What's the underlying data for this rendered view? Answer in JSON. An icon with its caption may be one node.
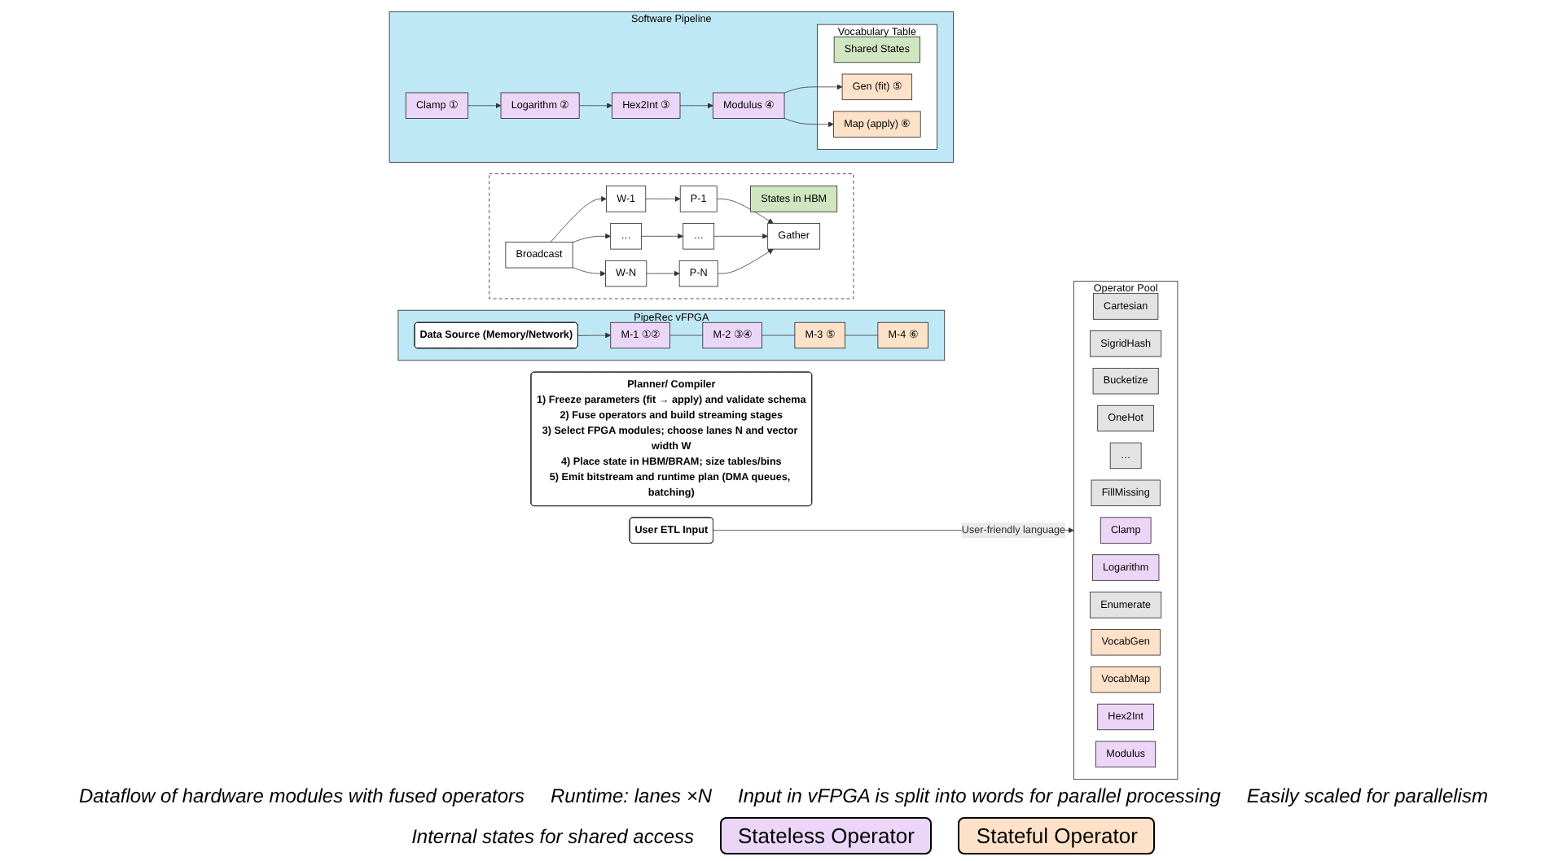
{
  "diagram": {
    "nodes": [
      {
        "text": [
          "User ETL Input"
        ]
      },
      {
        "text": [
          "Operator Pool"
        ]
      },
      {
        "text": [
          "Cartesian"
        ],
        "in": 1
      },
      {
        "text": [
          "SigridHash"
        ],
        "in": 1
      },
      {
        "text": [
          "Bucketize"
        ],
        "in": 1
      },
      {
        "text": [
          "OneHot"
        ],
        "in": 1
      },
      {
        "text": [
          "…"
        ],
        "in": 1
      },
      {
        "text": [
          "FillMissing"
        ],
        "in": 1
      },
      {
        "text": [
          "Clamp"
        ],
        "in": 1
      },
      {
        "text": [
          "Logarithm"
        ],
        "in": 1
      },
      {
        "text": [
          "Enumerate"
        ],
        "in": 1
      },
      {
        "text": [
          "VocabGen"
        ],
        "in": 1
      },
      {
        "text": [
          "VocabMap"
        ],
        "in": 1
      },
      {
        "text": [
          "Hex2Int"
        ],
        "in": 1
      },
      {
        "text": [
          "Modulus"
        ],
        "in": 1
      },
      {
        "text": [
          "Software Pipeline"
        ]
      },
      {
        "text": [
          "Clamp ①"
        ],
        "in": 15
      },
      {
        "text": [
          "Logarithm ②"
        ],
        "in": 15
      },
      {
        "text": [
          "Hex2Int ③"
        ],
        "in": 15
      },
      {
        "text": [
          "Modulus ④"
        ],
        "in": 15
      },
      {
        "text": [
          "Vocabulary Table"
        ],
        "in": 15
      },
      {
        "text": [
          "Shared States"
        ],
        "in": 20
      },
      {
        "text": [
          "Gen (fit) ⑤"
        ],
        "in": 20
      },
      {
        "text": [
          "Map (apply) ⑥"
        ],
        "in": 20
      },
      {
        "text": [
          "Planner/ Compiler",
          "1) Freeze parameters (fit → apply) and validate schema",
          "2) Fuse operators and build streaming stages",
          "3) Select FPGA modules; choose lanes N and vector width W",
          "4) Place state in HBM/BRAM; size tables/bins",
          "5) Emit bitstream and runtime plan (DMA queues, batching)"
        ]
      },
      {
        "text": [],
        "shape": "box"
      },
      {
        "text": [
          "States in HBM"
        ],
        "in": 25
      },
      {
        "text": [
          "Broadcast"
        ],
        "in": 25
      },
      {
        "text": [
          "W-1"
        ],
        "in": 25
      },
      {
        "text": [
          "…"
        ],
        "in": 25
      },
      {
        "text": [
          "W-N"
        ],
        "in": 25
      },
      {
        "text": [
          "P-1"
        ],
        "in": 25
      },
      {
        "text": [
          "…"
        ],
        "in": 25
      },
      {
        "text": [
          "P-N"
        ],
        "in": 25
      },
      {
        "text": [
          "Gather"
        ],
        "in": 25
      },
      {
        "text": [
          "PipeRec vFPGA"
        ]
      },
      {
        "text": [
          "Data Source (Memory/Network)"
        ],
        "in": 35
      },
      {
        "text": [
          "M-1 ①②"
        ],
        "in": 35
      },
      {
        "text": [
          "M-2 ③④"
        ],
        "in": 35
      },
      {
        "text": [
          "M-3 ⑤"
        ],
        "in": 35
      },
      {
        "text": [
          "M-4 ⑥"
        ],
        "in": 35
      }
    ],
    "edges": [
      {
        "from": 0,
        "to": 1,
        "arrow": "to",
        "label": "User-friendly language"
      },
      {
        "from": 16,
        "to": 17,
        "arrow": "to"
      },
      {
        "from": 17,
        "to": 18,
        "arrow": "to"
      },
      {
        "from": 18,
        "to": 19,
        "arrow": "to"
      },
      {
        "from": 19,
        "to": 22,
        "arrow": "to"
      },
      {
        "from": 19,
        "to": 23,
        "arrow": "to"
      },
      {
        "from": 27,
        "to": 28,
        "arrow": "to"
      },
      {
        "from": 27,
        "to": 29,
        "arrow": "to"
      },
      {
        "from": 27,
        "to": 30,
        "arrow": "to"
      },
      {
        "from": 28,
        "to": 31,
        "arrow": "to"
      },
      {
        "from": 29,
        "to": 32,
        "arrow": "to"
      },
      {
        "from": 30,
        "to": 33,
        "arrow": "to"
      },
      {
        "from": 31,
        "to": 34,
        "arrow": "to"
      },
      {
        "from": 32,
        "to": 34,
        "arrow": "to"
      },
      {
        "from": 33,
        "to": 34,
        "arrow": "to"
      },
      {
        "from": 36,
        "to": 37,
        "arrow": "to"
      },
      {
        "from": 37,
        "to": 38,
        "arrow": "none"
      },
      {
        "from": 38,
        "to": 39,
        "arrow": "none"
      },
      {
        "from": 39,
        "to": 40,
        "arrow": "none"
      }
    ],
    "labels": [
      "Dataflow of hardware modules with fused operators",
      "Runtime: lanes ×N",
      "Input in vFPGA is split into words for parallel processing",
      "Easily scaled for parallelism",
      "Internal states for shared access"
    ],
    "legend": [
      {
        "text": "Stateless Operator",
        "color": "#ecd6f7"
      },
      {
        "text": "Stateful Operator",
        "color": "#fde2c9"
      }
    ]
  }
}
